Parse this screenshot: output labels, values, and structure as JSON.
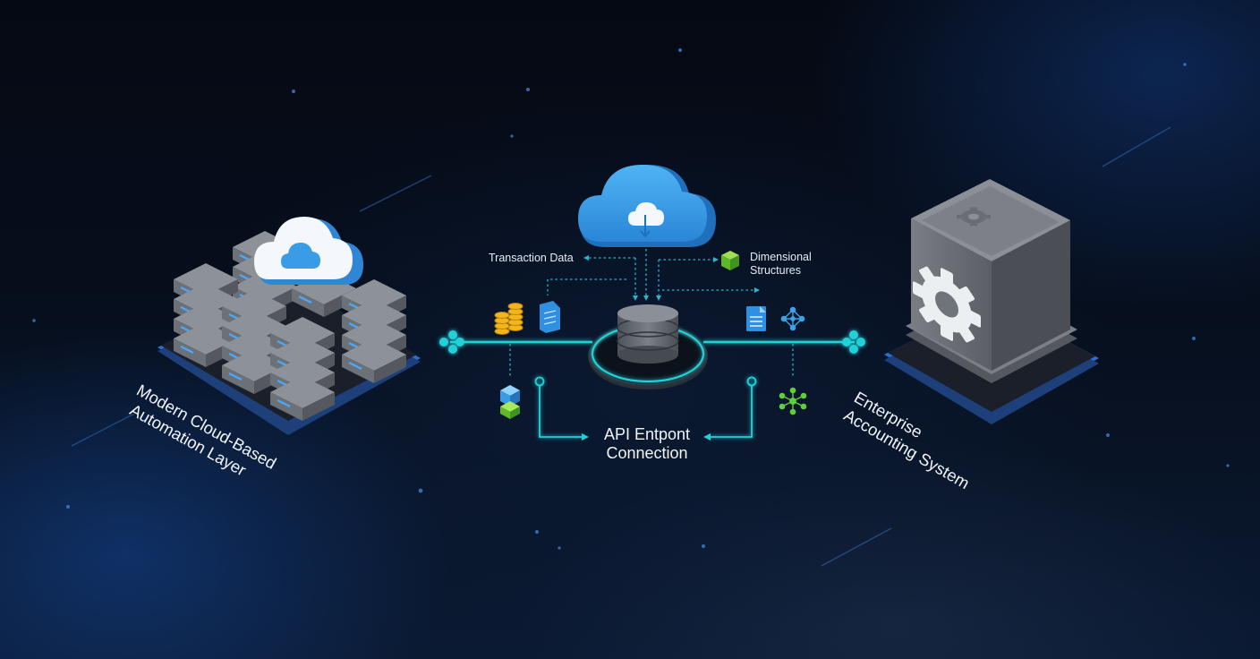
{
  "labels": {
    "left_system": [
      "Modern Cloud-Based",
      "Automation Layer"
    ],
    "right_system": [
      "Enterprise",
      "Accounting System"
    ],
    "api_connection": [
      "API Entpont",
      "Connection"
    ],
    "transaction_data": "Transaction Data",
    "dimensional_structures": [
      "Dimensional",
      "Structures"
    ]
  },
  "colors": {
    "connector": "#23d0d8",
    "cloud": "#3aa2e6",
    "platform_edge": "#2f7fe0",
    "server": "#6f747c",
    "server_led": "#4aa9ff"
  },
  "icons": [
    "cloud-icon",
    "database-icon",
    "coins-icon",
    "document-icon",
    "cube-icon",
    "network-icon",
    "gear-icon"
  ]
}
